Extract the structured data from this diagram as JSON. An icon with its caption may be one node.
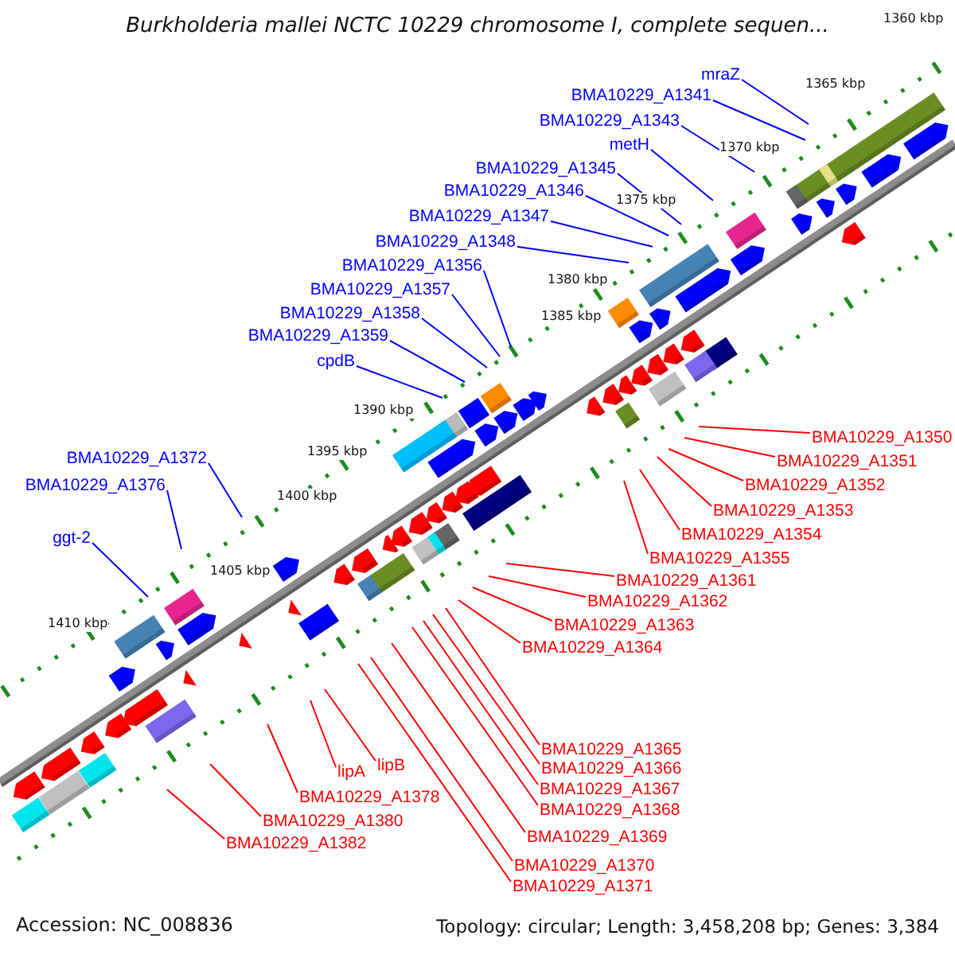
{
  "diagram": {
    "title": "Burkholderia mallei NCTC 10229 chromosome I, complete sequen...",
    "nodes": [
      {
        "text": [
          "mraZ"
        ]
      },
      {
        "text": [
          "BMA10229_A1341"
        ]
      },
      {
        "text": [
          "BMA10229_A1343"
        ]
      },
      {
        "text": [
          "metH"
        ]
      },
      {
        "text": [
          "BMA10229_A1345"
        ]
      },
      {
        "text": [
          "BMA10229_A1346"
        ]
      },
      {
        "text": [
          "BMA10229_A1347"
        ]
      },
      {
        "text": [
          "BMA10229_A1348"
        ]
      },
      {
        "text": [
          "BMA10229_A1356"
        ]
      },
      {
        "text": [
          "BMA10229_A1357"
        ]
      },
      {
        "text": [
          "BMA10229_A1358"
        ]
      },
      {
        "text": [
          "BMA10229_A1359"
        ]
      },
      {
        "text": [
          "cpdB"
        ]
      },
      {
        "text": [
          "BMA10229_A1372"
        ]
      },
      {
        "text": [
          "BMA10229_A1376"
        ]
      },
      {
        "text": [
          "ggt-2"
        ]
      },
      {
        "text": [
          "BMA10229_A1350"
        ]
      },
      {
        "text": [
          "BMA10229_A1351"
        ]
      },
      {
        "text": [
          "BMA10229_A1352"
        ]
      },
      {
        "text": [
          "BMA10229_A1353"
        ]
      },
      {
        "text": [
          "BMA10229_A1354"
        ]
      },
      {
        "text": [
          "BMA10229_A1355"
        ]
      },
      {
        "text": [
          "BMA10229_A1361"
        ]
      },
      {
        "text": [
          "BMA10229_A1362"
        ]
      },
      {
        "text": [
          "BMA10229_A1363"
        ]
      },
      {
        "text": [
          "BMA10229_A1364"
        ]
      },
      {
        "text": [
          "BMA10229_A1365"
        ]
      },
      {
        "text": [
          "BMA10229_A1366"
        ]
      },
      {
        "text": [
          "BMA10229_A1367"
        ]
      },
      {
        "text": [
          "BMA10229_A1368"
        ]
      },
      {
        "text": [
          "BMA10229_A1369"
        ]
      },
      {
        "text": [
          "BMA10229_A1370"
        ]
      },
      {
        "text": [
          "BMA10229_A1371"
        ]
      },
      {
        "text": [
          "lipA"
        ]
      },
      {
        "text": [
          "lipB"
        ]
      },
      {
        "text": [
          "BMA10229_A1378"
        ]
      },
      {
        "text": [
          "BMA10229_A1380"
        ]
      },
      {
        "text": [
          "BMA10229_A1382"
        ]
      }
    ],
    "edges": [
      {
        "from": 0,
        "to": null,
        "arrow": "none",
        "color": "#0000ff"
      },
      {
        "from": 1,
        "to": null,
        "arrow": "none",
        "color": "#0000ff"
      },
      {
        "from": 2,
        "to": null,
        "arrow": "none",
        "color": "#0000ff"
      },
      {
        "from": 3,
        "to": null,
        "arrow": "none",
        "color": "#0000ff"
      },
      {
        "from": 4,
        "to": null,
        "arrow": "none",
        "color": "#0000ff"
      },
      {
        "from": 5,
        "to": null,
        "arrow": "none",
        "color": "#0000ff"
      },
      {
        "from": 6,
        "to": null,
        "arrow": "none",
        "color": "#0000ff"
      },
      {
        "from": 7,
        "to": null,
        "arrow": "none",
        "color": "#0000ff"
      },
      {
        "from": 8,
        "to": null,
        "arrow": "none",
        "color": "#0000ff"
      },
      {
        "from": 9,
        "to": null,
        "arrow": "none",
        "color": "#0000ff"
      },
      {
        "from": 10,
        "to": null,
        "arrow": "none",
        "color": "#0000ff"
      },
      {
        "from": 11,
        "to": null,
        "arrow": "none",
        "color": "#0000ff"
      },
      {
        "from": 12,
        "to": null,
        "arrow": "none",
        "color": "#0000ff"
      },
      {
        "from": 13,
        "to": null,
        "arrow": "none",
        "color": "#0000ff"
      },
      {
        "from": 14,
        "to": null,
        "arrow": "none",
        "color": "#0000ff"
      },
      {
        "from": 15,
        "to": null,
        "arrow": "none",
        "color": "#0000ff"
      },
      {
        "from": 16,
        "to": null,
        "arrow": "none"
      },
      {
        "from": 17,
        "to": null,
        "arrow": "none"
      },
      {
        "from": 18,
        "to": null,
        "arrow": "none"
      },
      {
        "from": 19,
        "to": null,
        "arrow": "none"
      },
      {
        "from": 20,
        "to": null,
        "arrow": "none"
      },
      {
        "from": 21,
        "to": null,
        "arrow": "none"
      },
      {
        "from": 22,
        "to": null,
        "arrow": "none"
      },
      {
        "from": 23,
        "to": null,
        "arrow": "none"
      },
      {
        "from": 24,
        "to": null,
        "arrow": "none"
      },
      {
        "from": 25,
        "to": null,
        "arrow": "none"
      },
      {
        "from": 26,
        "to": null,
        "arrow": "none"
      },
      {
        "from": 27,
        "to": null,
        "arrow": "none"
      },
      {
        "from": 28,
        "to": null,
        "arrow": "none"
      },
      {
        "from": 29,
        "to": null,
        "arrow": "none"
      },
      {
        "from": 30,
        "to": null,
        "arrow": "none"
      },
      {
        "from": 31,
        "to": null,
        "arrow": "none"
      },
      {
        "from": 32,
        "to": null,
        "arrow": "none"
      },
      {
        "from": 33,
        "to": null,
        "arrow": "none"
      },
      {
        "from": 34,
        "to": null,
        "arrow": "none"
      },
      {
        "from": 35,
        "to": null,
        "arrow": "none"
      },
      {
        "from": 36,
        "to": null,
        "arrow": "none"
      },
      {
        "from": 37,
        "to": null,
        "arrow": "none"
      }
    ],
    "labels": [
      "1360 kbp",
      "1365 kbp",
      "1370 kbp",
      "1375 kbp",
      "1380 kbp",
      "1385 kbp",
      "1390 kbp",
      "1395 kbp",
      "1400 kbp",
      "1405 kbp",
      "1410 kbp",
      "Accession: NC_008836",
      "Topology: circular; Length: 3,458,208 bp; Genes: 3,384"
    ]
  }
}
